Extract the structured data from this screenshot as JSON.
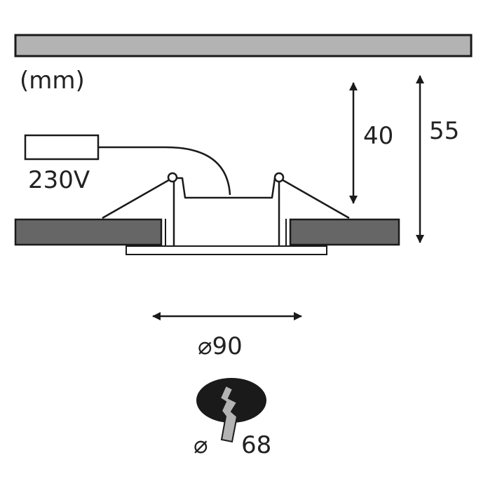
{
  "diagram": {
    "unit_label": "(mm)",
    "voltage_label": "230V",
    "depth_40": "40",
    "depth_55": "55",
    "diameter_90": "⌀90",
    "cutout_symbol": "⌀",
    "cutout_value": "68",
    "colors": {
      "ceiling_gray": "#b3b3b3",
      "panel_dark": "#666666",
      "line": "#1a1a1a",
      "cutout_fill": "#1a1a1a",
      "bolt_gray": "#b3b3b3"
    }
  }
}
